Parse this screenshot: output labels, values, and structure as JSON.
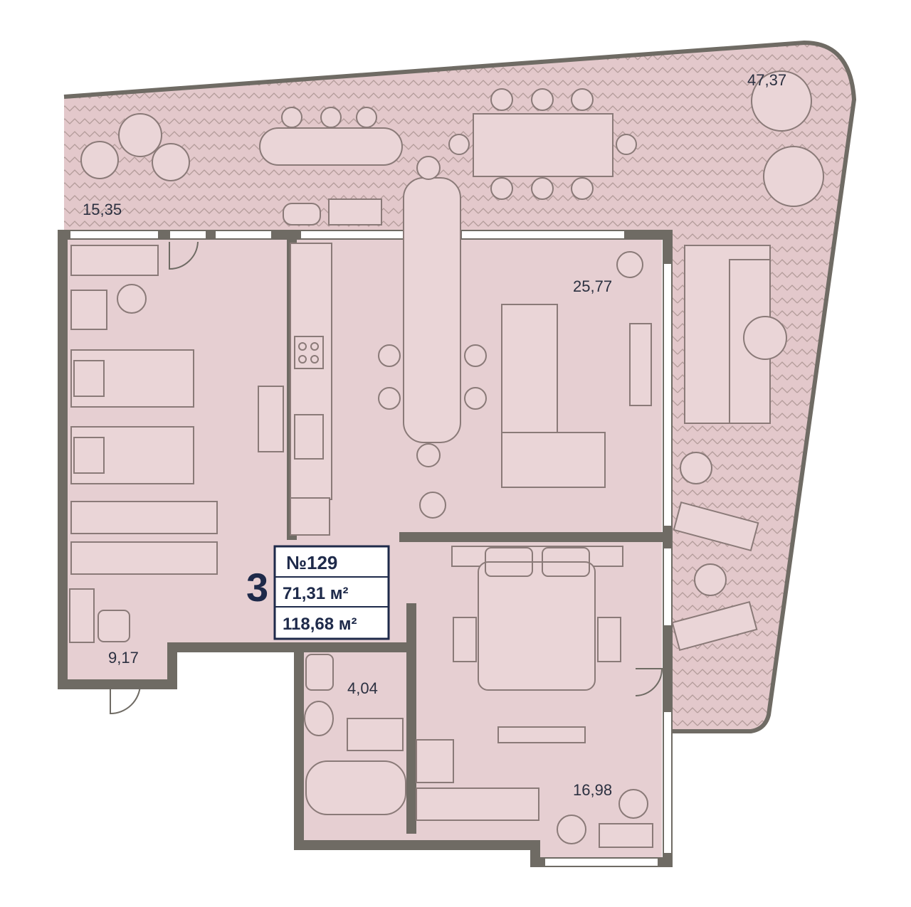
{
  "apartment": {
    "number": "№129",
    "rooms": "3",
    "living_area": "71,31 м²",
    "total_area": "118,68 м²"
  },
  "rooms": {
    "terrace": "47,37",
    "bedroom_small": "15,35",
    "living_kitchen": "25,77",
    "hall": "9,17",
    "bathroom": "4,04",
    "bedroom_master": "16,98"
  },
  "colors": {
    "floor": "#e6cfd2",
    "terrace": "#e3c8cb",
    "wall": "#6f6b64",
    "furniture": "#8a7a78",
    "accent": "#1e2a4a"
  }
}
